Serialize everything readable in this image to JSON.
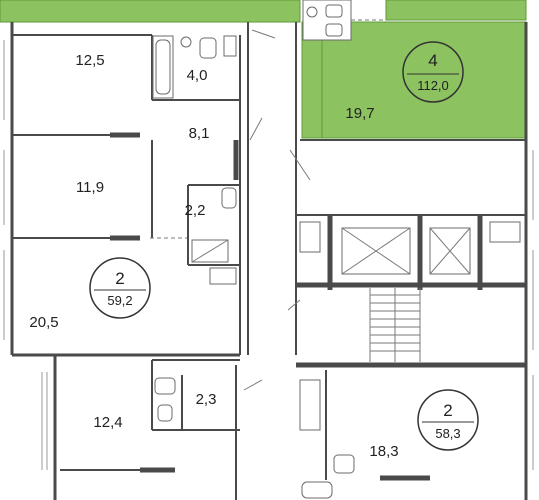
{
  "colors": {
    "highlight_fill": "#8cc25f",
    "highlight_stroke": "#5f9a3a",
    "wall": "#4a4a4a",
    "window": "#9a9a9a",
    "background": "#ffffff"
  },
  "rooms": [
    {
      "id": "room-12-5",
      "label": "12,5"
    },
    {
      "id": "room-4-0",
      "label": "4,0"
    },
    {
      "id": "room-8-1",
      "label": "8,1"
    },
    {
      "id": "room-11-9",
      "label": "11,9"
    },
    {
      "id": "room-2-2",
      "label": "2,2"
    },
    {
      "id": "room-20-5",
      "label": "20,5"
    },
    {
      "id": "room-12-4",
      "label": "12,4"
    },
    {
      "id": "room-2-3",
      "label": "2,3"
    },
    {
      "id": "room-19-7",
      "label": "19,7"
    },
    {
      "id": "room-18-3",
      "label": "18,3"
    }
  ],
  "apartments": [
    {
      "id": "apt-left",
      "rooms_count": "2",
      "area": "59,2",
      "highlighted": false
    },
    {
      "id": "apt-top-right",
      "rooms_count": "4",
      "area": "112,0",
      "highlighted": true
    },
    {
      "id": "apt-bottom-right",
      "rooms_count": "2",
      "area": "58,3",
      "highlighted": false
    }
  ],
  "icons": {
    "elevator": "elevator-icon",
    "stairs": "stairs-icon",
    "bathtub": "bathtub-icon",
    "toilet": "toilet-icon",
    "sink": "sink-icon",
    "shower": "shower-icon",
    "door": "door-icon"
  }
}
